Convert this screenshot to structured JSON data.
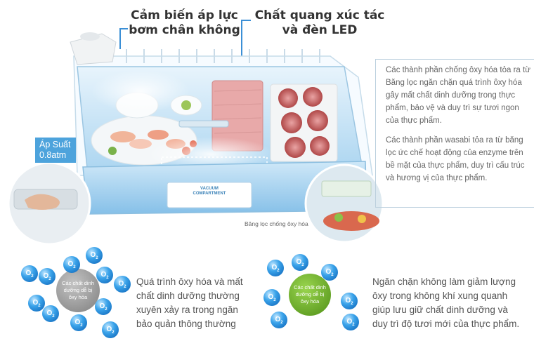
{
  "callouts": {
    "vacuum_sensor": "Cảm biến áp lực bơm chân không",
    "catalyst_led": "Chất quang xúc tác và đèn LED"
  },
  "pressure_tag": {
    "line1": "Áp Suất",
    "line2": "0.8atm"
  },
  "filter_label": "Băng lọc chống ôxy hóa",
  "compartment_label": {
    "line1": "VACUUM",
    "line2": "COMPARTMENT"
  },
  "side_paragraphs": [
    "Các thành phần chống ôxy hóa tỏa ra từ Băng lọc ngăn chặn quá trình ôxy hóa gây mất chất dinh dưỡng trong thực phẩm, bảo vệ và duy trì sự tươi ngon của thực phẩm.",
    "Các thành phần wasabi tỏa ra từ băng lọc ức chế hoạt động của enzyme trên bề mặt của thực phẩm, duy trì cấu trúc và hương vị của thực phẩm."
  ],
  "bottom_left": {
    "core_label": "Các chất dinh dưỡng dễ bị ôxy hóa",
    "description": "Quá trình ôxy hóa và mất chất dinh dưỡng thường xuyên xảy ra trong ngăn bảo quản thông thường"
  },
  "bottom_right": {
    "core_label": "Các chất dinh dưỡng dễ bị ôxy hóa",
    "description": "Ngăn chặn không làm giảm lượng ôxy trong không khí xung quanh giúp lưu giữ chất dinh dưỡng và duy trì độ tươi mới của thực phẩm."
  },
  "molecule_label": {
    "main": "O",
    "sub": "2"
  },
  "colors": {
    "accent_blue": "#4da3dc",
    "core_gray": "#8c8c8c",
    "core_green": "#5fa91f",
    "meat_red": "#c85a5a"
  }
}
